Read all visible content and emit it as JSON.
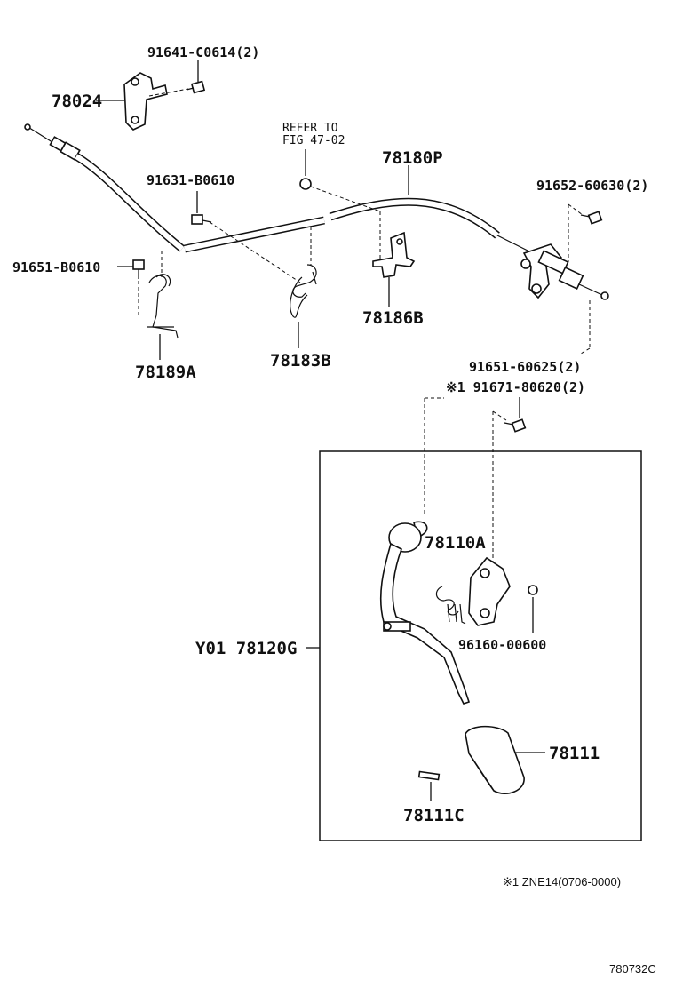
{
  "labels": {
    "bolt_top": "91641-C0614(2)",
    "bracket": "78024",
    "refer_to_l1": "REFER TO",
    "refer_to_l2": "FIG 47-02",
    "cable": "78180P",
    "bolt_a": "91631-B0610",
    "bolt_right": "91652-60630(2)",
    "bolt_left": "91651-B0610",
    "clip_78186B": "78186B",
    "clip_78189A": "78189A",
    "clip_78183B": "78183B",
    "bolt_pedal_1": "91651-60625(2)",
    "bolt_pedal_2": "※1 91671-80620(2)",
    "lever": "78110A",
    "pedal_assy": "Y01 78120G",
    "washer": "96160-00600",
    "pad": "78111",
    "pin": "78111C"
  },
  "footnote": "※1 ZNE14(0706-0000)",
  "figure_code": "780732C"
}
